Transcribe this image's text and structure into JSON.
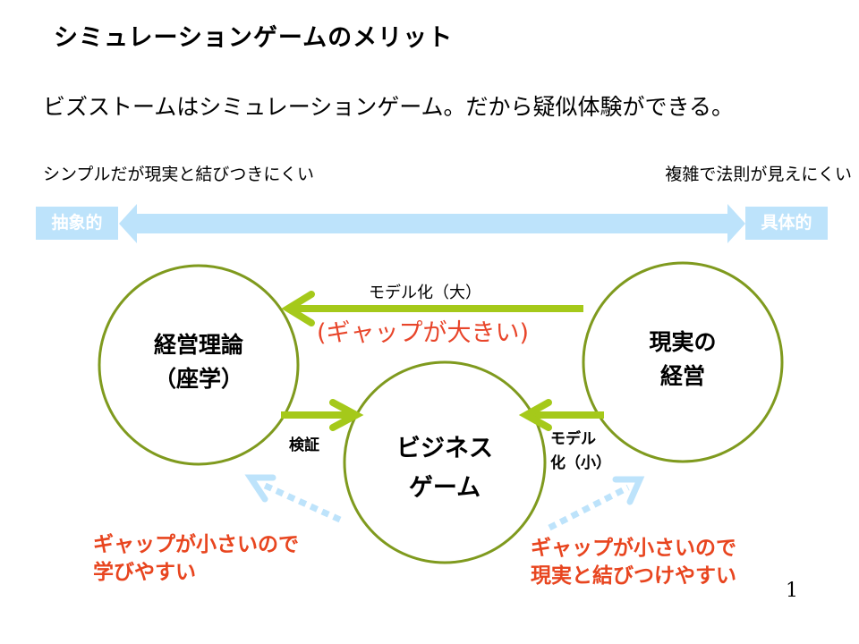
{
  "title": "シミュレーションゲームのメリット",
  "subtitle": "ビズストームはシミュレーションゲーム。だから疑似体験ができる。",
  "scale": {
    "left_caption": "シンプルだが現実と結びつきにくい",
    "right_caption": "複雑で法則が見えにくい",
    "left_tag": "抽象的",
    "right_tag": "具体的"
  },
  "nodes": {
    "theory_line1": "経営理論",
    "theory_line2": "（座学）",
    "reality_line1": "現実の",
    "reality_line2": "経営",
    "game_line1": "ビジネス",
    "game_line2": "ゲーム"
  },
  "arrows": {
    "model_big": "モデル化（大）",
    "gap_big": "(ギャップが大きい)",
    "verify": "検証",
    "model_small_line1": "モデル",
    "model_small_line2": "化（小）"
  },
  "notes": {
    "left_line1": "ギャップが小さいので",
    "left_line2": "学びやすい",
    "right_line1": "ギャップが小さいので",
    "right_line2": "現実と結びつけやすい"
  },
  "page_number": "1",
  "colors": {
    "circle": "#7f9a1e",
    "arrow": "#a5c91a",
    "scale": "#bde3fb",
    "accent": "#e8451f"
  }
}
